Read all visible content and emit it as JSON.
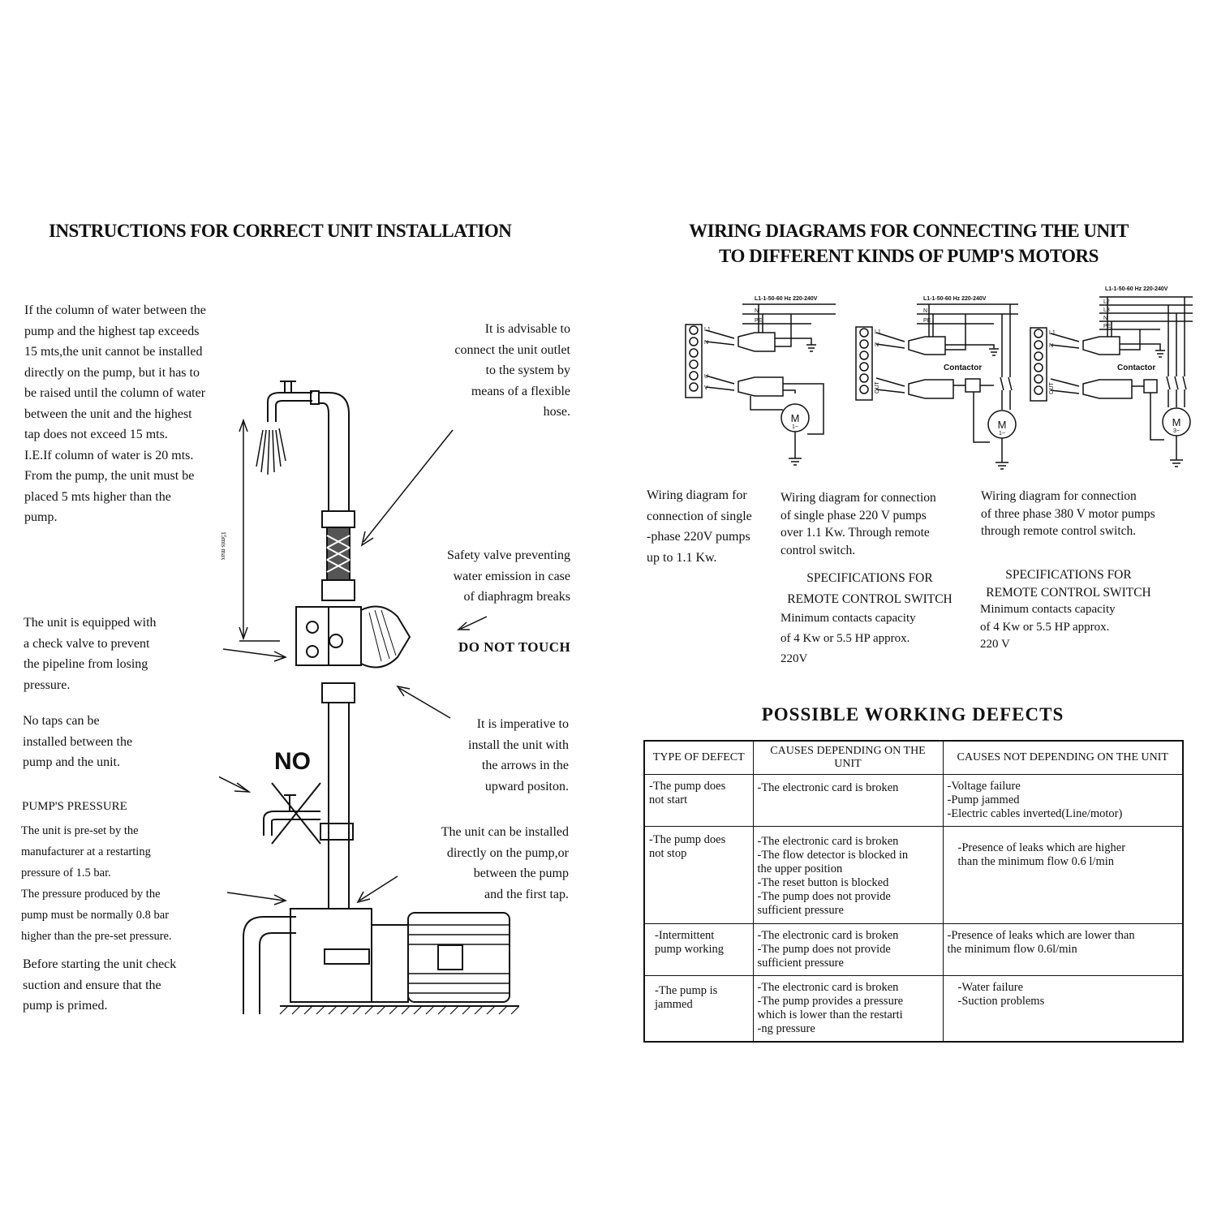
{
  "left": {
    "title": "INSTRUCTIONS FOR CORRECT UNIT INSTALLATION",
    "column_text": "If the column of water between the\npump and the highest tap exceeds\n15 mts,the unit cannot be installed\ndirectly on the pump, but it has to\nbe raised until the column of water\nbetween the unit and the highest\ntap does not exceed 15 mts.\nI.E.If column of water is 20 mts.\nFrom the pump, the unit must be\nplaced 5 mts higher than the\npump.",
    "flexible_hose_text": "It is advisable to\nconnect the unit outlet\nto the system by\nmeans of a flexible\nhose.",
    "safety_valve_text": "Safety valve preventing\nwater emission in case\nof diaphragm  breaks",
    "do_not_touch": "DO NOT TOUCH",
    "check_valve_text": "The unit is equipped with\na check valve to prevent\nthe pipeline from losing\npressure.",
    "no_taps_text": "No taps can be\ninstalled between the\npump and the unit.",
    "no_label": "NO",
    "arrows_text": "It is imperative to\ninstall the unit with\nthe arrows in the\nupward positon.",
    "pressure_heading": "PUMP'S PRESSURE",
    "pressure_text": "The unit is pre-set by the\nmanufacturer at a restarting\npressure of 1.5 bar.\nThe pressure produced by the\npump must be normally 0.8 bar\nhigher than the pre-set pressure.",
    "installed_text": "The unit can be installed\ndirectly on the pump,or\nbetween the pump\nand the first tap.",
    "priming_text": "Before starting the unit check\nsuction and ensure that the\npump is primed.",
    "dimension_label": "15mts max"
  },
  "right": {
    "title_line1": "WIRING DIAGRAMS FOR CONNECTING THE UNIT",
    "title_line2": "TO DIFFERENT KINDS OF PUMP'S MOTORS",
    "diagram1": {
      "supply": "L1-1-50-60 Hz 220-240V",
      "lines": [
        "N",
        "PE"
      ],
      "terminals": [
        "L1",
        "N",
        "U",
        "V"
      ],
      "motor": "M",
      "motor_sub": "1~",
      "caption": "Wiring diagram for\nconnection of single\n-phase 220V pumps\nup to 1.1 Kw."
    },
    "diagram2": {
      "supply": "L1-1-50-60 Hz 220-240V",
      "lines": [
        "N",
        "PE"
      ],
      "terminals": [
        "L1",
        "N",
        "OUT"
      ],
      "contactor": "Contactor",
      "motor": "M",
      "motor_sub": "1~",
      "caption": "Wiring diagram for connection\nof single phase 220 V pumps\nover 1.1 Kw. Through remote\ncontrol switch.",
      "spec_heading": "SPECIFICATIONS FOR\nREMOTE CONTROL SWITCH",
      "spec_text": "Minimum contacts capacity\nof 4 Kw or 5.5 HP approx.\n220V"
    },
    "diagram3": {
      "supply": "L1-1-50-60 Hz 220-240V",
      "lines": [
        "L2",
        "L3",
        "N",
        "PE"
      ],
      "terminals": [
        "L1",
        "N",
        "OUT"
      ],
      "contactor": "Contactor",
      "motor": "M",
      "motor_sub": "3~",
      "caption": "Wiring diagram for connection\nof three phase 380 V motor pumps\nthrough remote control switch.",
      "spec_heading": "SPECIFICATIONS FOR\nREMOTE CONTROL SWITCH",
      "spec_text": "Minimum contacts capacity\nof 4 Kw or 5.5 HP approx.\n220 V"
    },
    "defects_title": "POSSIBLE WORKING DEFECTS",
    "defects_table": {
      "headers": [
        "TYPE OF DEFECT",
        "CAUSES DEPENDING ON THE UNIT",
        "CAUSES NOT DEPENDING ON THE UNIT"
      ],
      "rows": [
        [
          "-The pump does\nnot start",
          "-The electronic card is broken",
          "-Voltage failure\n-Pump jammed\n-Electric cables inverted(Line/motor)"
        ],
        [
          "-The pump does\nnot stop",
          "-The electronic card is broken\n-The flow detector is blocked in\nthe upper position\n-The reset button is blocked\n-The pump does not provide\nsufficient pressure",
          "-Presence of leaks which are higher\nthan the minimum flow 0.6 l/min"
        ],
        [
          "-Intermittent\npump working",
          "-The electronic card is broken\n-The pump does not provide\nsufficient pressure",
          "-Presence of leaks which are lower than\nthe minimum flow 0.6l/min"
        ],
        [
          "-The pump is\njammed",
          "-The electronic card is broken\n-The pump provides a pressure\nwhich is lower than the restarti\n-ng pressure",
          "-Water failure\n-Suction problems"
        ]
      ]
    }
  }
}
